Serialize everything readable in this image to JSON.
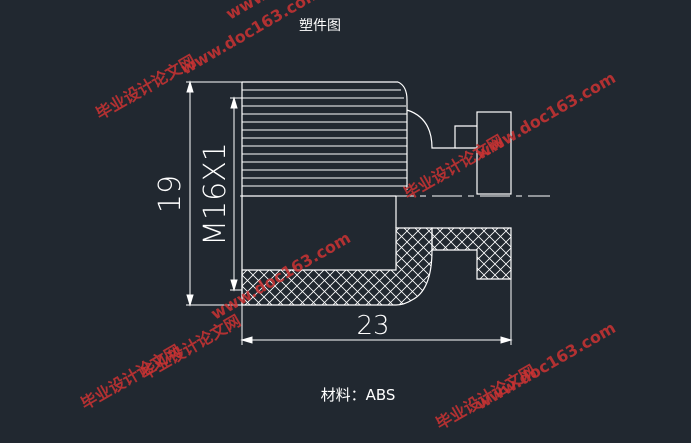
{
  "title": "塑件图",
  "material_label": "材料：ABS",
  "dimensions": {
    "length": "23",
    "outer_diameter": "19",
    "thread": "M16X1"
  },
  "watermarks": [
    {
      "cn": "毕业设计论文网",
      "url": "www.doc163.com"
    }
  ],
  "colors": {
    "background": "#212830",
    "lines": "#ffffff",
    "watermark": "#cc3333"
  }
}
